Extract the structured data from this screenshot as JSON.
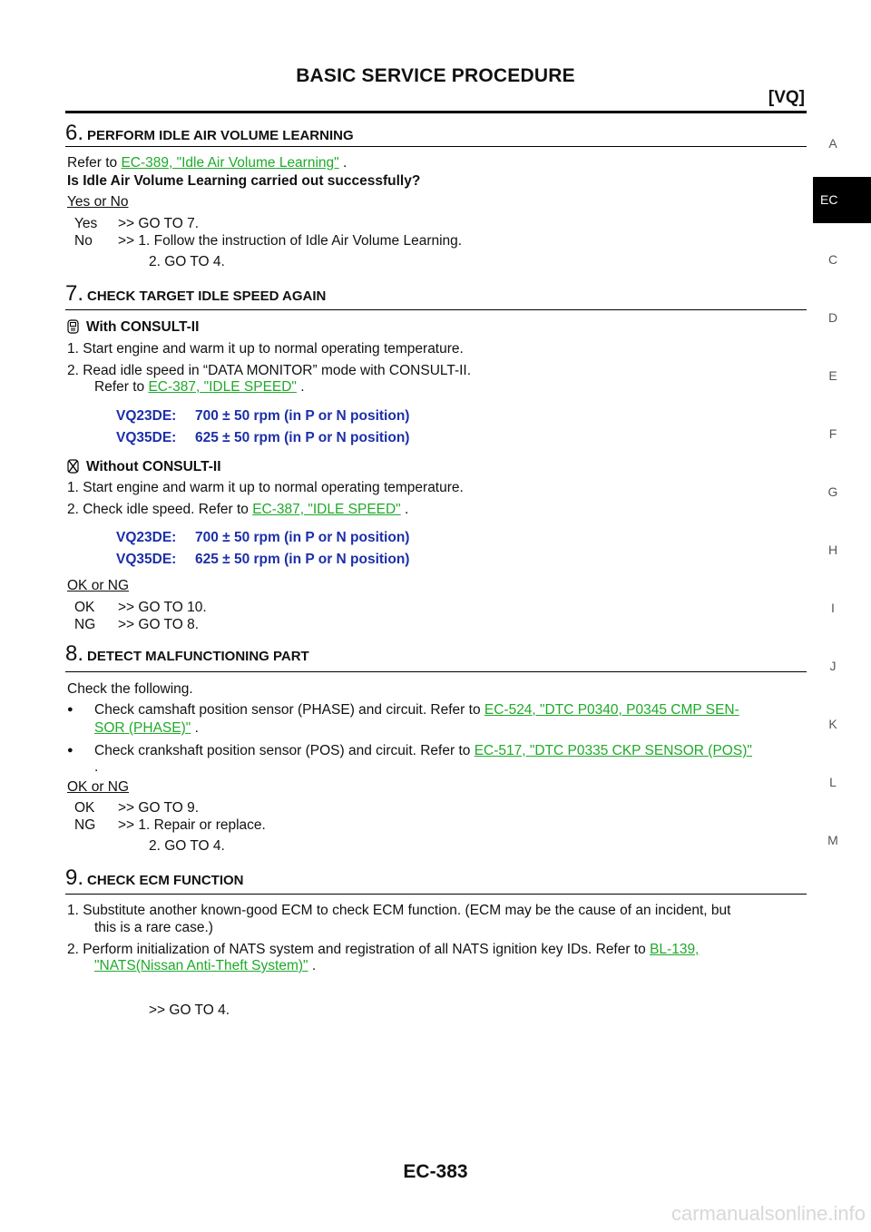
{
  "header": {
    "title": "BASIC SERVICE PROCEDURE",
    "sub": "[VQ]"
  },
  "side_index": {
    "letters": [
      "A",
      "EC",
      "C",
      "D",
      "E",
      "F",
      "G",
      "H",
      "I",
      "J",
      "K",
      "L",
      "M"
    ],
    "active": "EC"
  },
  "s6": {
    "num": "6.",
    "title": "PERFORM IDLE AIR VOLUME LEARNING",
    "refer_prefix": "Refer to",
    "refer_link": "EC-389, \"Idle Air Volume Learning\"",
    "refer_suffix": ".",
    "question": "Is Idle Air Volume Learning carried out successfully?",
    "decision": "Yes or No",
    "r1_key": "Yes",
    "r1_val": ">> GO TO 7.",
    "r2_key": "No",
    "r2_val": ">> 1. Follow the instruction of Idle Air Volume Learning.",
    "r2_cont": "2. GO TO 4."
  },
  "s7": {
    "num": "7.",
    "title": "CHECK TARGET IDLE SPEED AGAIN",
    "with_label": "With CONSULT-II",
    "with_steps": [
      "1.  Start engine and warm it up to normal operating temperature.",
      "2.  Read idle speed in “DATA MONITOR” mode with CONSULT-II."
    ],
    "with_refer_prefix": "Refer to",
    "with_refer_link": "EC-387, \"IDLE SPEED\"",
    "with_refer_suffix": ".",
    "specs": [
      {
        "model": "VQ23DE:",
        "value": "700 ± 50 rpm (in P or N position)"
      },
      {
        "model": "VQ35DE:",
        "value": "625 ± 50 rpm (in P or N position)"
      }
    ],
    "without_label": "Without CONSULT-II",
    "without_step1": "1.  Start engine and warm it up to normal operating temperature.",
    "without_step2_prefix": "2.  Check idle speed. Refer to",
    "without_step2_link": "EC-387, \"IDLE SPEED\"",
    "without_step2_suffix": ".",
    "decision": "OK or NG",
    "r1_key": "OK",
    "r1_val": ">> GO TO 10.",
    "r2_key": "NG",
    "r2_val": ">> GO TO 8."
  },
  "s8": {
    "num": "8.",
    "title": "DETECT MALFUNCTIONING PART",
    "intro": "Check the following.",
    "b1_prefix": "Check camshaft position sensor (PHASE) and circuit. Refer to",
    "b1_link_a": "EC-524, \"DTC P0340, P0345 CMP SEN-",
    "b1_link_b": "SOR (PHASE)\"",
    "b1_suffix": ".",
    "b2_prefix": "Check crankshaft position sensor (POS) and circuit. Refer to",
    "b2_link": "EC-517, \"DTC P0335 CKP SENSOR (POS)\"",
    "b2_suffix": ".",
    "decision": "OK or NG",
    "r1_key": "OK",
    "r1_val": ">> GO TO 9.",
    "r2_key": "NG",
    "r2_val": ">> 1. Repair or replace.",
    "r2_cont": "2. GO TO 4."
  },
  "s9": {
    "num": "9.",
    "title": "CHECK ECM FUNCTION",
    "step1_a": "1.  Substitute another known-good ECM to check ECM function. (ECM may be the cause of an incident, but",
    "step1_b": "this is a rare case.)",
    "step2_a": "2.  Perform initialization of NATS system and registration of all NATS ignition key IDs. Refer to",
    "step2_link_a": "BL-139,",
    "step2_link_b": "\"NATS(Nissan Anti-Theft System)\"",
    "step2_suffix": ".",
    "result": ">> GO TO 4."
  },
  "footer": {
    "page": "EC-383"
  },
  "watermark": "carmanualsonline.info"
}
